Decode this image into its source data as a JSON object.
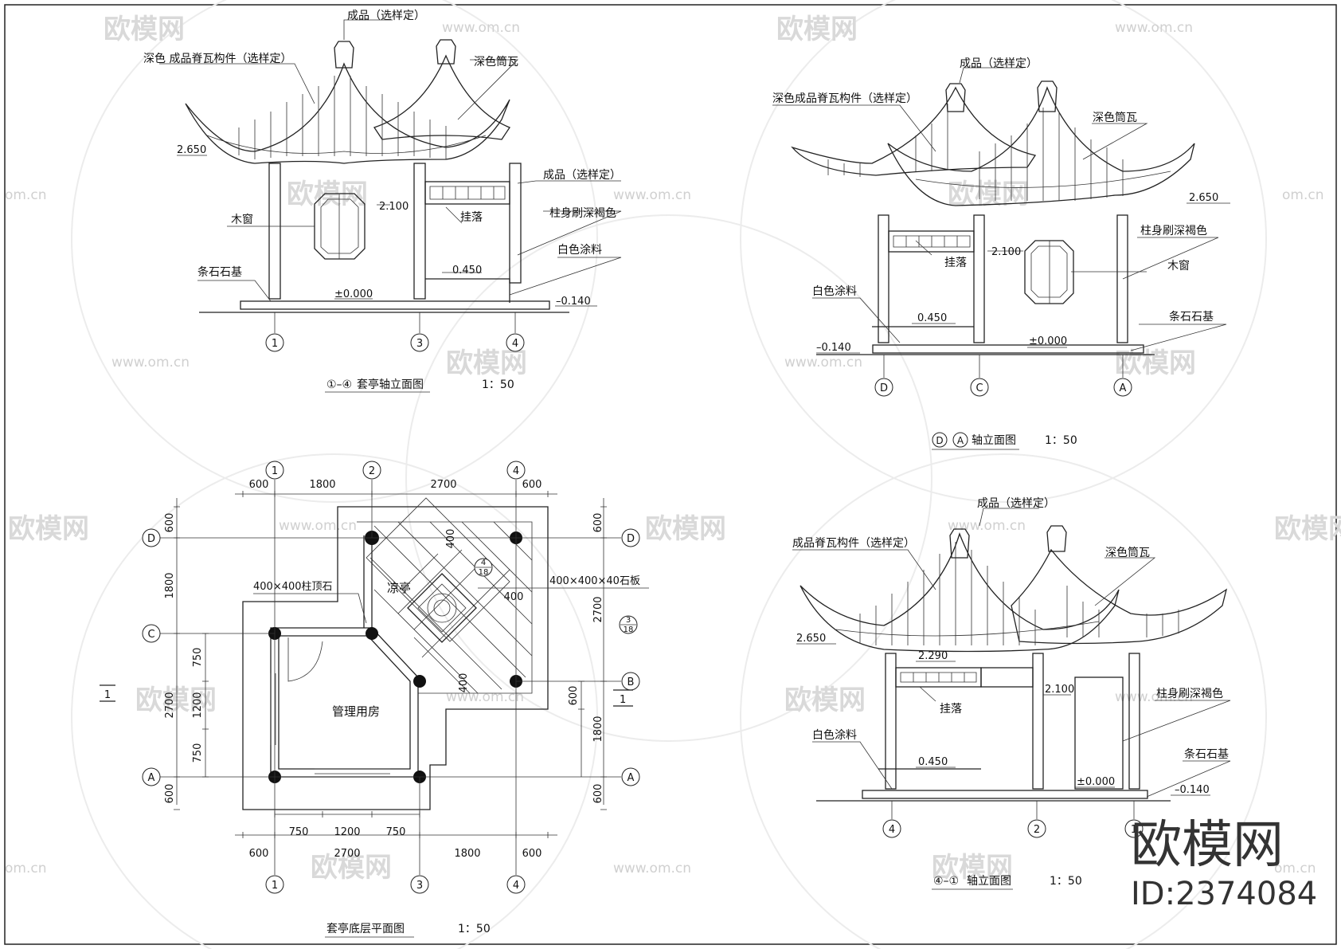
{
  "sheet_border": true,
  "watermark": {
    "brand": "欧模网",
    "url": "www.om.cn",
    "url_short": "om.cn",
    "color": "#d9d9d9"
  },
  "corner": {
    "brand": "欧模网",
    "id": "ID:2374084"
  },
  "elev1": {
    "title_axes": "①–④",
    "title": "套亭轴立面图",
    "scale": "1：50",
    "labels": {
      "product_top": "成品（选样定）",
      "ridge": "深色 成品脊瓦构件（选样定）",
      "tile": "深色筒瓦",
      "product_side": "成品（选样定）",
      "window": "木窗",
      "hang": "挂落",
      "column": "柱身刷深褐色",
      "white": "白色涂料",
      "base": "条石石基"
    },
    "levels": {
      "eave": "2.650",
      "lintel": "2.100",
      "seat": "0.450",
      "ground": "±0.000",
      "outside": "–0.140"
    },
    "axes": [
      "1",
      "3",
      "4"
    ]
  },
  "elev2": {
    "title_axes": [
      "D",
      "A"
    ],
    "title": "轴立面图",
    "scale": "1：50",
    "labels": {
      "product_top": "成品（选样定）",
      "ridge": "深色成品脊瓦构件（选样定）",
      "tile": "深色筒瓦",
      "hang": "挂落",
      "column": "柱身刷深褐色",
      "window": "木窗",
      "white": "白色涂料",
      "base": "条石石基"
    },
    "levels": {
      "eave": "2.650",
      "lintel": "2.100",
      "seat": "0.450",
      "ground": "±0.000",
      "outside": "–0.140"
    },
    "axes": [
      "D",
      "C",
      "A"
    ]
  },
  "elev3": {
    "title_axes": "④–①",
    "title": "轴立面图",
    "scale": "1：50",
    "labels": {
      "product_top": "成品（选样定）",
      "ridge": "成品脊瓦构件（选样定）",
      "tile": "深色筒瓦",
      "hang": "挂落",
      "column": "柱身刷深褐色",
      "white": "白色涂料",
      "base": "条石石基"
    },
    "levels": {
      "eave": "2.650",
      "hang_level": "2.290",
      "lintel": "2.100",
      "seat": "0.450",
      "ground": "±0.000",
      "outside": "–0.140"
    },
    "axes": [
      "4",
      "2",
      "1"
    ]
  },
  "plan": {
    "title": "套亭底层平面图",
    "scale": "1：50",
    "top_axes": [
      "1",
      "2",
      "4"
    ],
    "bottom_axes": [
      "1",
      "3",
      "4"
    ],
    "left_axes": [
      "D",
      "C",
      "A"
    ],
    "right_axes": [
      "D",
      "B",
      "A"
    ],
    "dims_top": [
      "600",
      "1800",
      "2700",
      "600"
    ],
    "dims_bottom_inner": [
      "750",
      "1200",
      "750"
    ],
    "dims_bottom": [
      "600",
      "2700",
      "1800",
      "600"
    ],
    "dims_left": [
      "600",
      "1800",
      "2700",
      "600"
    ],
    "dims_left_inner": [
      "750",
      "1200",
      "750"
    ],
    "dims_right": [
      "600",
      "2700",
      "600",
      "1800",
      "600"
    ],
    "dims_inner": [
      "400",
      "400",
      "400"
    ],
    "labels": {
      "pavilion": "凉亭",
      "room": "管理用房",
      "column_cap": "400×400柱顶石",
      "slab": "400×400×40石板"
    },
    "callouts": [
      {
        "num": "4",
        "den": "18"
      },
      {
        "num": "3",
        "den": "18"
      }
    ],
    "section_mark": "1"
  }
}
